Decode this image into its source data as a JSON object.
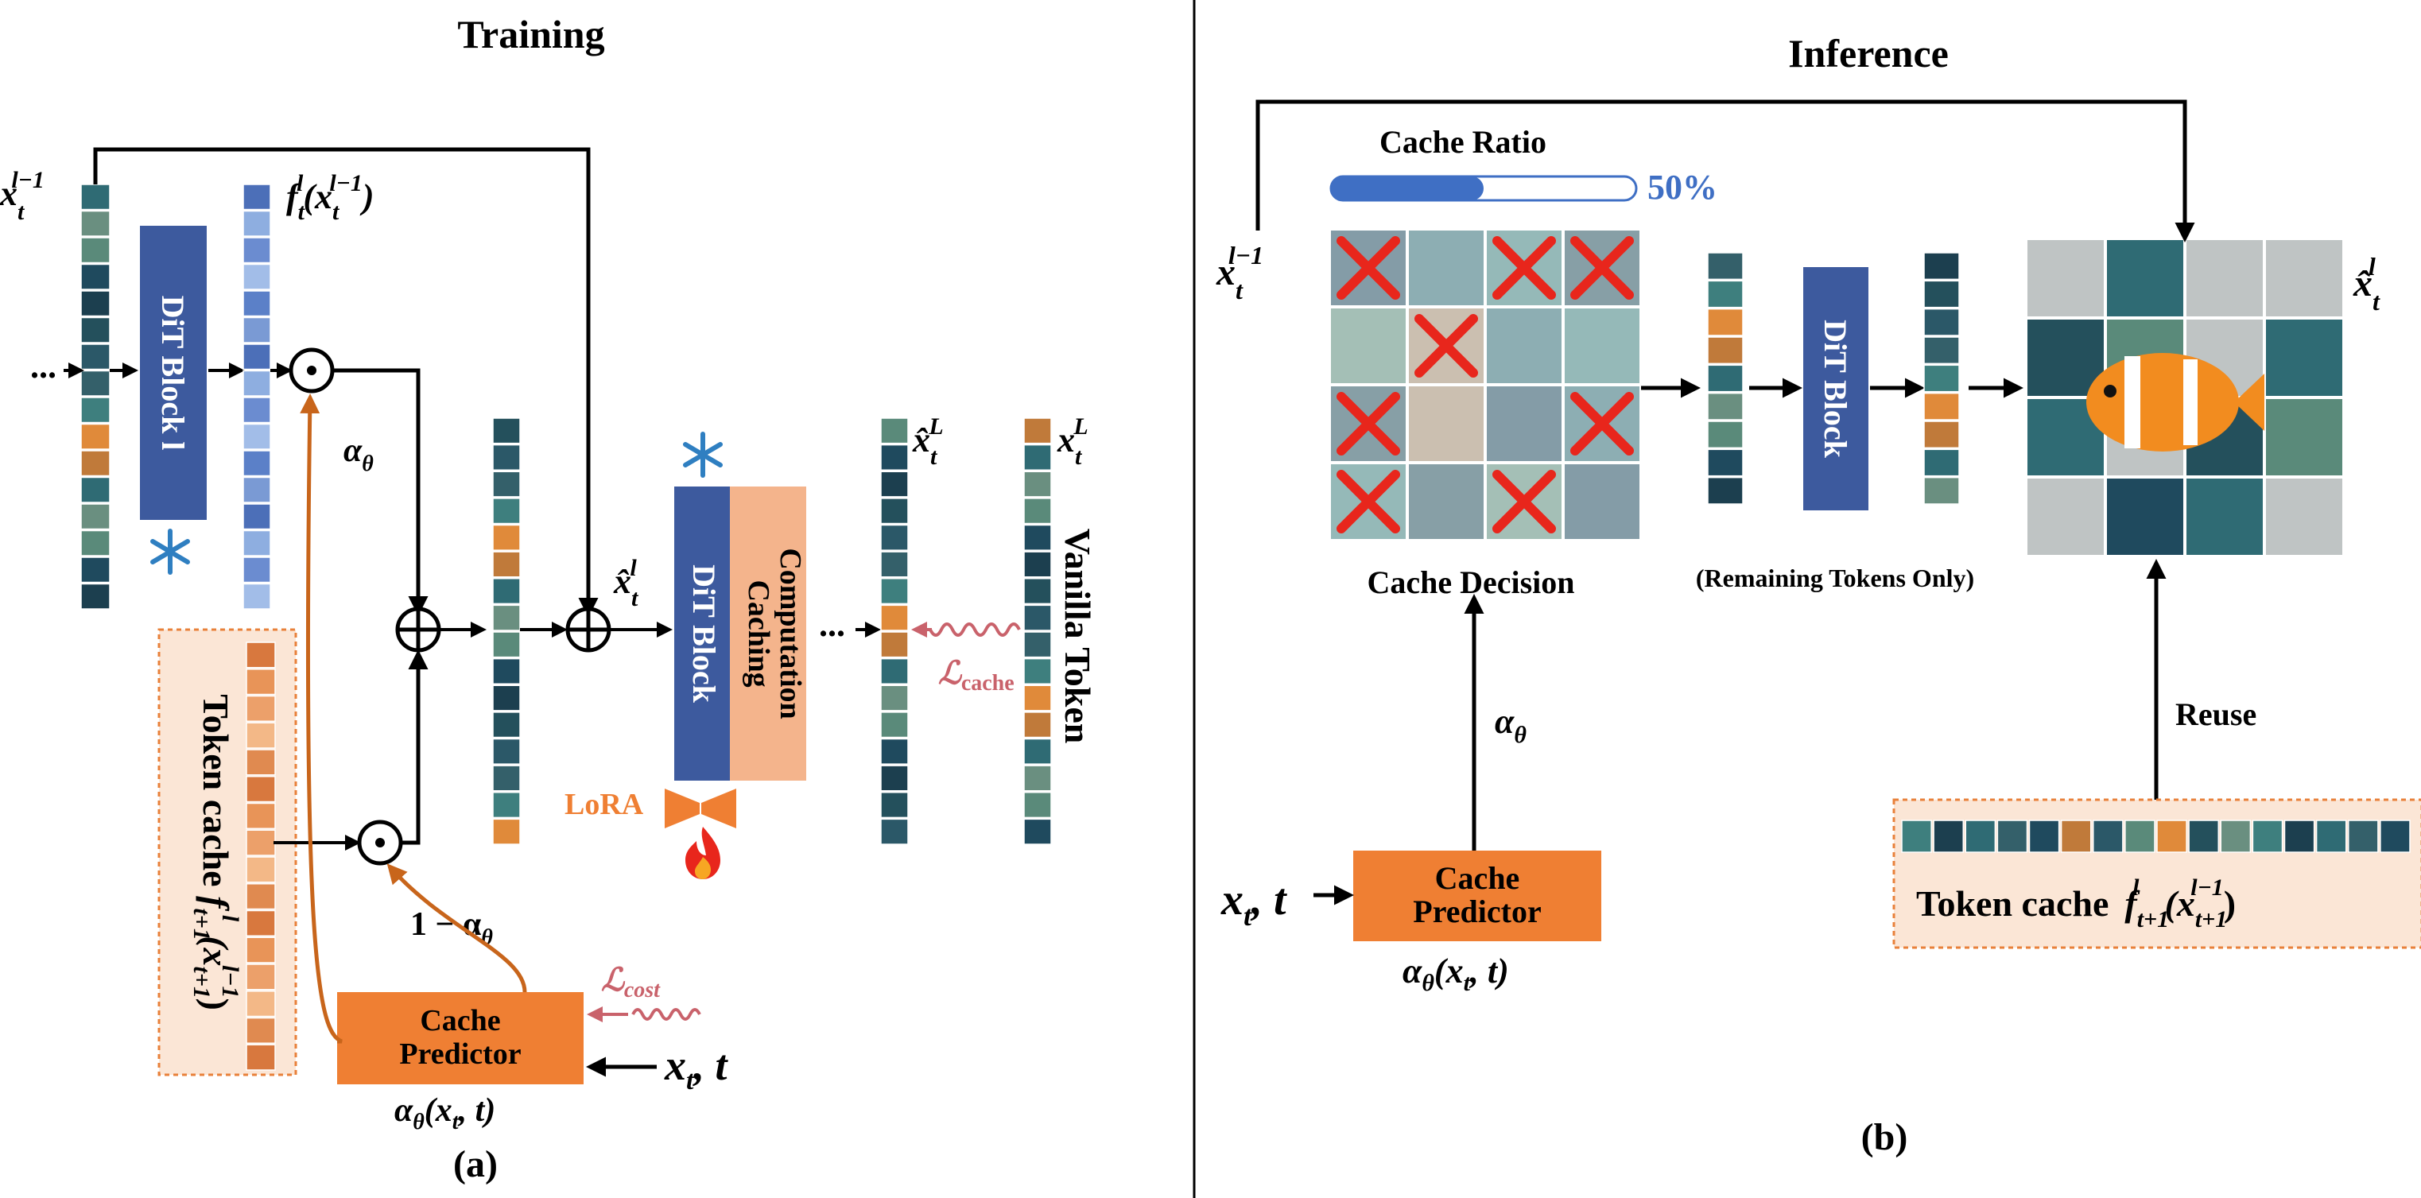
{
  "panel_a": {
    "title": "Training",
    "caption": "(a)",
    "x_in_label": "x",
    "x_in_sup": "l−1",
    "x_in_sub": "t",
    "ellipsis_left": "...",
    "dit_block_label": "DiT Block l",
    "f_label_base": "f",
    "f_label_sup": "l",
    "f_label_sub": "t",
    "f_label_arg": "(x",
    "f_label_arg_sup": "l−1",
    "f_label_arg_sub": "t",
    "f_label_close": ")",
    "alpha_label": "α",
    "alpha_sub": "θ",
    "one_minus_alpha": "1 − α",
    "one_minus_alpha_sub": "θ",
    "token_cache_label": "Token cache ",
    "token_cache_f": "f",
    "token_cache_f_sup": "l",
    "token_cache_f_sub": "t+1",
    "token_cache_arg": "(x",
    "token_cache_arg_sup": "l−1",
    "token_cache_arg_sub": "t+1",
    "token_cache_close": ")",
    "xhat_l": "x̂",
    "xhat_l_sup": "l",
    "xhat_l_sub": "t",
    "dit_block2_label": "DiT Block",
    "caching_label_1": "Caching",
    "caching_label_2": "Computation",
    "lora_label": "LoRA",
    "ellipsis_mid": "...",
    "xhat_L": "x̂",
    "xhat_L_sup": "L",
    "xhat_L_sub": "t",
    "x_L": "x",
    "x_L_sup": "L",
    "x_L_sub": "t",
    "vanilla_token": "Vanilla Token",
    "loss_cache": "ℒ",
    "loss_cache_sub": "cache",
    "loss_cost": "ℒ",
    "loss_cost_sub": "cost",
    "cache_predictor_1": "Cache",
    "cache_predictor_2": "Predictor",
    "alpha_fn": "α",
    "alpha_fn_sub": "θ",
    "alpha_fn_args": "(x",
    "alpha_fn_args_sub": "t",
    "alpha_fn_args_end": ", t)",
    "xt_input": "x",
    "xt_input_sub": "t",
    "xt_input_end": ", t"
  },
  "panel_b": {
    "title": "Inference",
    "caption": "(b)",
    "cache_ratio_label": "Cache Ratio",
    "cache_ratio_value": "50%",
    "cache_ratio_fraction": 0.5,
    "x_in_label": "x",
    "x_in_sup": "l−1",
    "x_in_sub": "t",
    "cache_decision": "Cache Decision",
    "remaining_tokens": "(Remaining Tokens Only)",
    "dit_block_label": "DiT Block",
    "xhat_label": "x̂",
    "xhat_sup": "l",
    "xhat_sub": "t",
    "alpha_label": "α",
    "alpha_sub": "θ",
    "reuse_label": "Reuse",
    "cache_predictor_1": "Cache",
    "cache_predictor_2": "Predictor",
    "xt_input": "x",
    "xt_input_sub": "t",
    "xt_input_end": ", t",
    "alpha_fn": "α",
    "alpha_fn_sub": "θ",
    "alpha_fn_args": "(x",
    "alpha_fn_args_sub": "t",
    "alpha_fn_args_end": ", t)",
    "token_cache_label": "Token cache",
    "token_cache_f": "f",
    "token_cache_f_sup": "l",
    "token_cache_f_sub": "t+1",
    "token_cache_arg": "(x",
    "token_cache_arg_sup": "l−1",
    "token_cache_arg_sub": "t+1",
    "token_cache_close": ")"
  },
  "colors": {
    "dit_block_blue": "#3d5a9e",
    "caching_peach": "#f4b48c",
    "predictor_orange": "#ef7f33",
    "orange_arrow": "#c8651b",
    "loss_pink": "#c9626b",
    "cross_red": "#e8261c",
    "ratio_blue": "#3f6fc4",
    "snow_blue": "#2f7fc1",
    "cache_box_fill": "#fbe6d6",
    "cache_box_border": "#e8803a"
  },
  "icons": {
    "snowflake": "snowflake-icon",
    "fire": "fire-icon",
    "lora": "lora-icon",
    "cross": "cross-icon"
  }
}
